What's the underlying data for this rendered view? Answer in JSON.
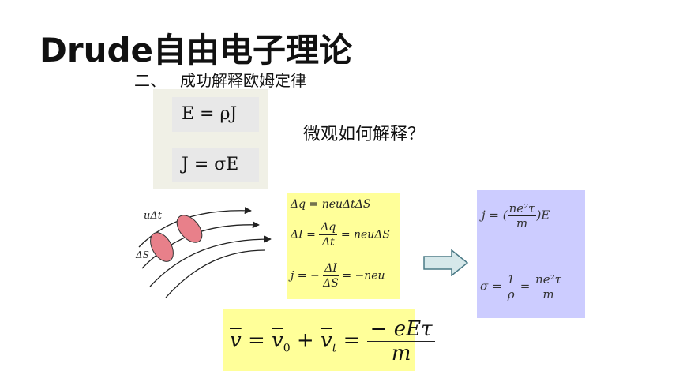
{
  "slide": {
    "title": "Drude自由电子理论",
    "subtitle_number": "二、",
    "subtitle_text": "成功解释欧姆定律",
    "question": "微观如何解释？"
  },
  "ohm_law": {
    "eq1": "E = ρJ",
    "eq2": "J = σE"
  },
  "diagram": {
    "label_u_dt": "uΔt",
    "label_dS": "ΔS"
  },
  "derivation": {
    "dq": "Δq = neuΔtΔS",
    "dI_lhs": "ΔI =",
    "dI_num": "Δq",
    "dI_den": "Δt",
    "dI_rhs": "= neuΔS",
    "j_lhs": "j = −",
    "j_num": "ΔI",
    "j_den": "ΔS",
    "j_rhs": "= −neu"
  },
  "result": {
    "j_lhs": "j = (",
    "j_num": "ne²τ",
    "j_den": "m",
    "j_rhs": ")E",
    "sigma_lhs": "σ =",
    "sigma_num1": "1",
    "sigma_den1": "ρ",
    "sigma_eq": "=",
    "sigma_num2": "ne²τ",
    "sigma_den2": "m"
  },
  "velocity": {
    "lhs": "v",
    "eq": "=",
    "v0": "v",
    "v0_sub": "0",
    "plus": "+",
    "vt": "v",
    "vt_sub": "t",
    "eq2": "=",
    "num": "− eEτ",
    "den": "m"
  },
  "colors": {
    "yellow_box": "#ffff99",
    "purple_box": "#ccccff",
    "ellipse_fill": "#e8808a",
    "arrow_fill": "#d6e8ea"
  }
}
